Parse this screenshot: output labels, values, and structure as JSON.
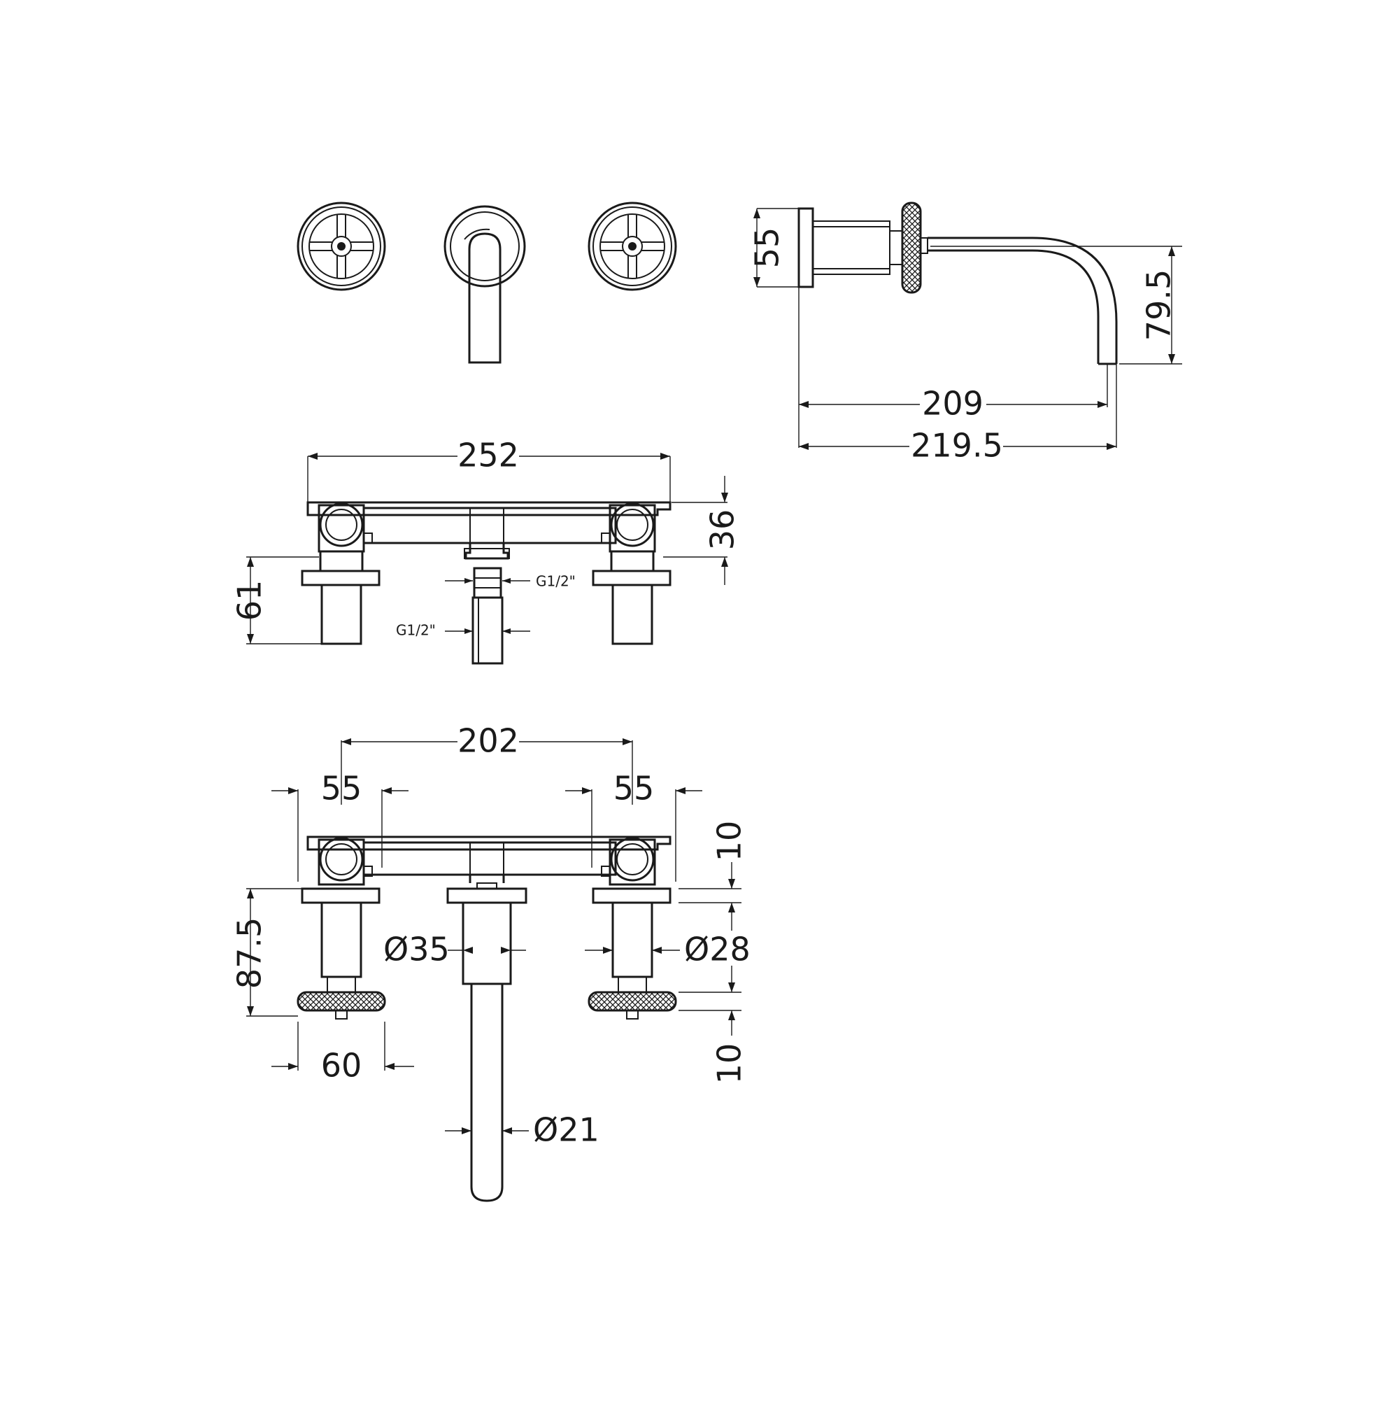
{
  "colors": {
    "line": "#1a1a1a",
    "background": "#ffffff"
  },
  "front_view": {
    "dims": {
      "width_202": "202",
      "plate_left_55": "55",
      "plate_right_55": "55",
      "wheel_60": "60",
      "height_87_5": "87.5",
      "top_10": "10",
      "bottom_10": "10",
      "spout_body_dia": "Ø35",
      "handle_body_dia": "Ø28",
      "spout_dia": "Ø21"
    }
  },
  "top_view": {
    "dims": {
      "width_252": "252",
      "height_36": "36",
      "height_61": "61",
      "thread_upper": "G1/2\"",
      "thread_lower": "G1/2\""
    }
  },
  "side_view": {
    "dims": {
      "height_55": "55",
      "height_79_5": "79.5",
      "length_209": "209",
      "length_219_5": "219.5"
    }
  }
}
